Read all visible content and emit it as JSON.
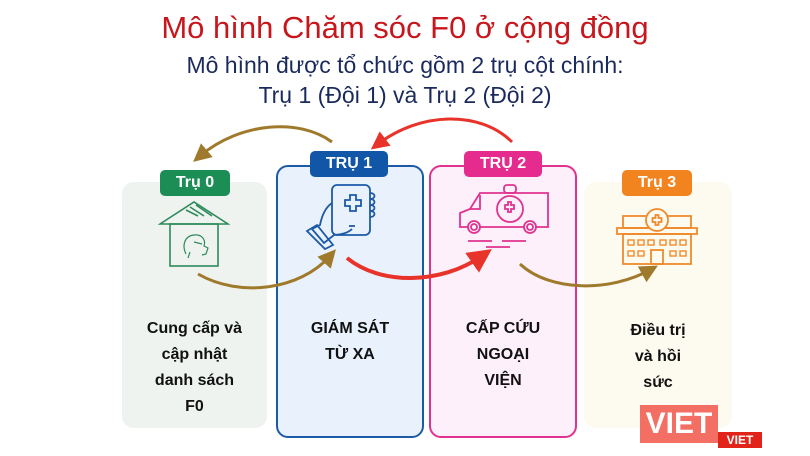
{
  "header": {
    "title": "Mô hình Chăm sóc F0 ở cộng đồng",
    "subtitle_line1": "Mô hình được tổ chức gồm 2 trụ cột chính:",
    "subtitle_line2": "Trụ 1 (Đội 1) và Trụ 2 (Đội 2)"
  },
  "pillars": [
    {
      "badge": "Trụ 0",
      "icon": "house-masked-person-icon",
      "label_lines": [
        "Cung cấp và",
        "cập nhật",
        "danh sách",
        "F0"
      ],
      "color": "#1b8d55",
      "bg": "#eff3f0"
    },
    {
      "badge": "TRỤ 1",
      "icon": "hand-phone-medical-icon",
      "label_lines": [
        "GIÁM SÁT",
        "TỪ XA"
      ],
      "color": "#1156a7",
      "bg": "#e8f1fc"
    },
    {
      "badge": "TRỤ 2",
      "icon": "ambulance-icon",
      "label_lines": [
        "CẤP CỨU",
        "NGOẠI",
        "VIỆN"
      ],
      "color": "#e62b8e",
      "bg": "#fdf0fa"
    },
    {
      "badge": "Trụ 3",
      "icon": "hospital-icon",
      "label_lines": [
        "Điều trị",
        "và hồi",
        "sức"
      ],
      "color": "#f2841f",
      "bg": "#fdfaf0"
    }
  ],
  "arrows": {
    "gold": "#a07a2c",
    "red": "#e8332a"
  },
  "watermark": {
    "main": "VIET",
    "small": "VIET"
  }
}
